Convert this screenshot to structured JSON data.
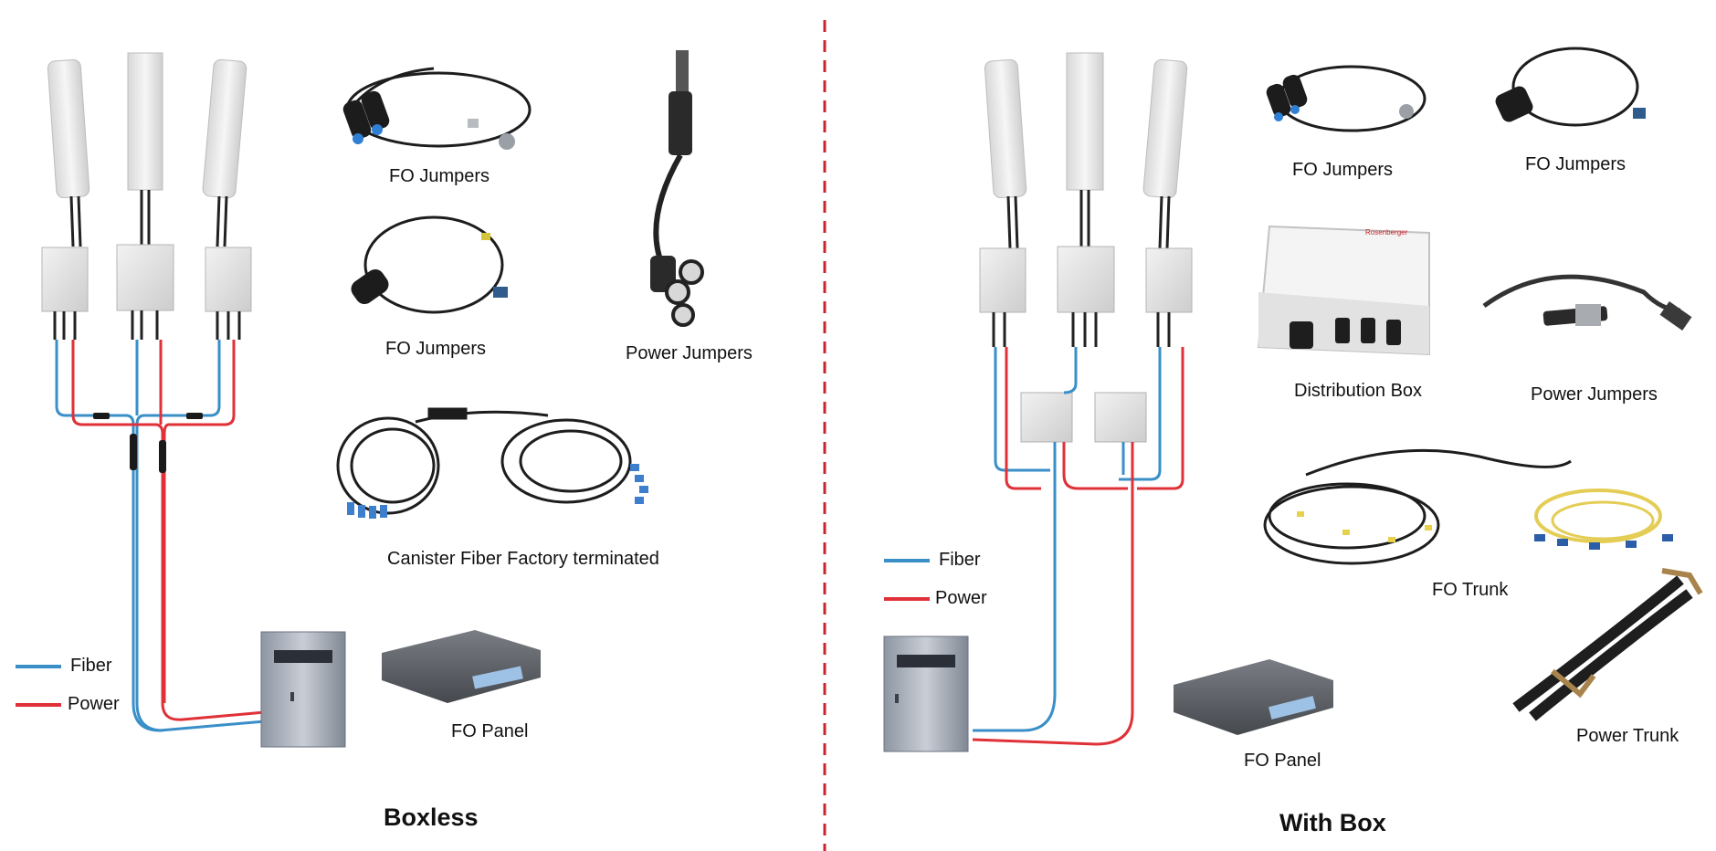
{
  "colors": {
    "fiber": "#3a8fc8",
    "power": "#e03038",
    "divider": "#c8252c"
  },
  "boxless": {
    "title": "Boxless",
    "legend": {
      "fiber": "Fiber",
      "power": "Power"
    },
    "labels": {
      "fo_jumpers_1": "FO Jumpers",
      "fo_jumpers_2": "FO Jumpers",
      "power_jumpers": "Power Jumpers",
      "canister": "Canister Fiber Factory terminated",
      "fo_panel": "FO Panel"
    }
  },
  "with_box": {
    "title": "With Box",
    "legend": {
      "fiber": "Fiber",
      "power": "Power"
    },
    "labels": {
      "fo_jumpers_1": "FO Jumpers",
      "fo_jumpers_2": "FO Jumpers",
      "distribution_box": "Distribution Box",
      "power_jumpers": "Power Jumpers",
      "fo_trunk": "FO Trunk",
      "power_trunk": "Power Trunk",
      "fo_panel": "FO Panel"
    },
    "box_brand": "Rosenberger"
  }
}
